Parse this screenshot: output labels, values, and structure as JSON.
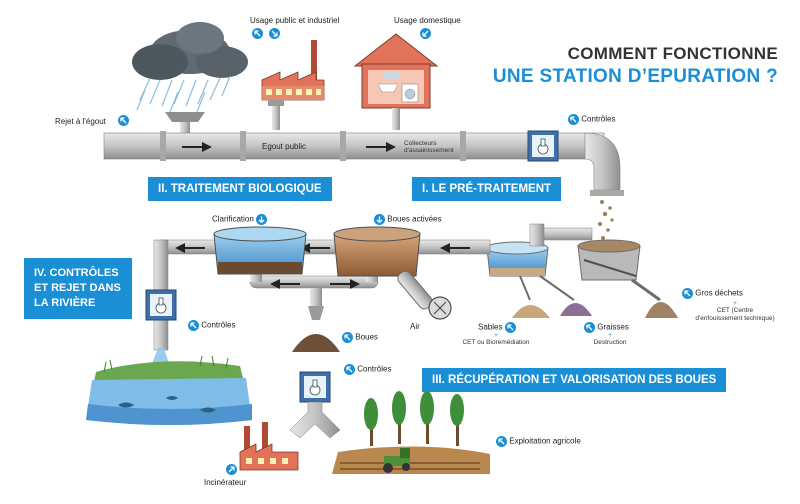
{
  "title": {
    "line1": "COMMENT FONCTIONNE",
    "line2": "UNE STATION D’EPURATION ?"
  },
  "sections": {
    "pretraitement": "I. LE PRÉ-TRAITEMENT",
    "biologique": "II. TRAITEMENT BIOLOGIQUE",
    "valorisation": "III. RÉCUPÉRATION ET VALORISATION DES BOUES",
    "controles_line1": "IV. CONTRÔLES",
    "controles_line2": "ET REJET DANS",
    "controles_line3": "LA RIVIÈRE"
  },
  "labels": {
    "usage_public": "Usage public et industriel",
    "usage_domestique": "Usage domestique",
    "rejet_egout": "Rejet à l'égout",
    "controles_top": "Contrôles",
    "egout_public": "Egout public",
    "collecteurs_1": "Collecteurs",
    "collecteurs_2": "d'assainissement",
    "clarification": "Clarification",
    "boues_activees": "Boues activées",
    "gros_dechets": "Gros déchets",
    "plus_gros": "+",
    "cet": "CET (Centre",
    "cet_2": "d'enfouissement technique)",
    "air": "Air",
    "sables": "Sables",
    "plus_sables": "+",
    "cet_bio": "CET ou Bioremédiation",
    "graisses": "Graisses",
    "plus_graisses": "+",
    "destruction": "Destruction",
    "controles_left": "Contrôles",
    "boues": "Boues",
    "controles_mid": "Contrôles",
    "exploitation": "Exploitation agricole",
    "incinerateur": "Incinérateur"
  },
  "colors": {
    "accent": "#1a8fd6",
    "pipe": "#c9c9c9",
    "brick": "#e2735a",
    "water": "#5aa7dc",
    "sludge": "#8a6a4a"
  },
  "icons": {
    "arrow": "arrow-icon",
    "flask": "flask-icon"
  }
}
